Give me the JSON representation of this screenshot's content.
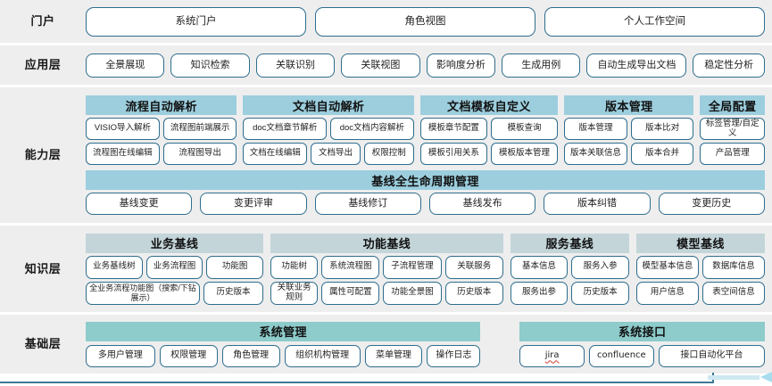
{
  "diagram": {
    "colors": {
      "band_bg": "#eeeeee",
      "pill_border": "#2e6d8e",
      "header_blue": "#9ccede",
      "header_gray": "#c3d5d9",
      "header_teal": "#8ecbcb",
      "accent_line": "#3d7894",
      "accent_arrow": "#a9dced"
    },
    "layers": [
      {
        "label": "门户",
        "items": [
          "系统门户",
          "角色视图",
          "个人工作空间"
        ]
      },
      {
        "label": "应用层",
        "items": [
          "全景展现",
          "知识检索",
          "关联识别",
          "关联视图",
          "影响度分析",
          "生成用例",
          "自动生成导出文档",
          "稳定性分析"
        ]
      },
      {
        "label": "能力层",
        "groups": [
          {
            "title": "流程自动解析",
            "rows": [
              [
                "VISIO导入解析",
                "流程图前端展示"
              ],
              [
                "流程图在线编辑",
                "流程图导出"
              ]
            ]
          },
          {
            "title": "文档自动解析",
            "rows": [
              [
                "doc文档章节解析",
                "doc文档内容解析"
              ],
              [
                "文档在线编辑",
                "文档导出",
                "权限控制"
              ]
            ]
          },
          {
            "title": "文档模板自定义",
            "rows": [
              [
                "模板章节配置",
                "模板查询"
              ],
              [
                "模板引用关系",
                "模板版本管理"
              ]
            ]
          },
          {
            "title": "版本管理",
            "rows": [
              [
                "版本管理",
                "版本比对"
              ],
              [
                "版本关联信息",
                "版本合并"
              ]
            ]
          },
          {
            "title": "全局配置",
            "rows": [
              [
                "标签管理/自定义"
              ],
              [
                "产品管理"
              ]
            ]
          }
        ],
        "lifecycle": {
          "title": "基线全生命周期管理",
          "items": [
            "基线变更",
            "变更评审",
            "基线修订",
            "基线发布",
            "版本纠错",
            "变更历史"
          ]
        }
      },
      {
        "label": "知识层",
        "groups": [
          {
            "title": "业务基线",
            "rows": [
              [
                "业务基线树",
                "业务流程图",
                "功能图"
              ],
              [
                "全业务流程功能图（搜索/下钻展示）",
                "历史版本"
              ]
            ]
          },
          {
            "title": "功能基线",
            "rows": [
              [
                "功能树",
                "系统流程图",
                "子流程管理",
                "关联服务"
              ],
              [
                "关联业务规则",
                "属性可配置",
                "功能全景图",
                "历史版本"
              ]
            ]
          },
          {
            "title": "服务基线",
            "rows": [
              [
                "基本信息",
                "服务入参"
              ],
              [
                "服务出参",
                "历史版本"
              ]
            ]
          },
          {
            "title": "模型基线",
            "rows": [
              [
                "模型基本信息",
                "数据库信息"
              ],
              [
                "用户信息",
                "表空间信息"
              ]
            ]
          }
        ]
      },
      {
        "label": "基础层",
        "groups": [
          {
            "title": "系统管理",
            "rows": [
              [
                "多用户管理",
                "权限管理",
                "角色管理",
                "组织机构管理",
                "菜单管理",
                "操作日志"
              ]
            ]
          },
          {
            "title": "系统接口",
            "rows": [
              [
                "jira",
                "confluence",
                "接口自动化平台"
              ]
            ]
          }
        ]
      }
    ]
  }
}
